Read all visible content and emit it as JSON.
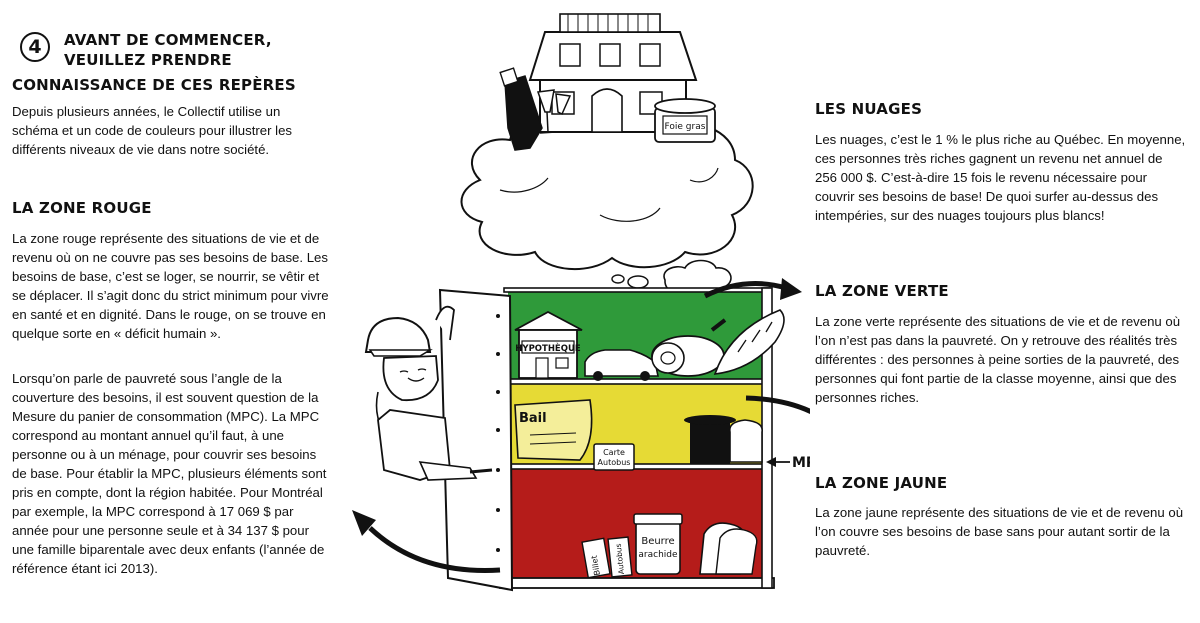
{
  "intro": {
    "step_number": "4",
    "title_line1": "AVANT DE COMMENCER,",
    "title_line2": "VEUILLEZ PRENDRE",
    "title_line3": "CONNAISSANCE DE CES REPÈRES",
    "text": "Depuis plusieurs années, le Collectif utilise un schéma et un code de couleurs pour illustrer les différents niveaux de vie dans notre société."
  },
  "zone_rouge": {
    "title": "LA ZONE ROUGE",
    "paragraph1": "La zone rouge représente des situations de vie et de revenu où on ne couvre pas ses besoins de base. Les besoins de base, c’est se loger, se nourrir, se vêtir et se déplacer. Il s’agit donc du strict minimum pour vivre en santé et en dignité. Dans le rouge, on se trouve en quelque sorte en « déficit humain ».",
    "paragraph2": "Lorsqu’on parle de pauvreté sous l’angle de la couverture des besoins, il est souvent question de la Mesure du panier de consommation (MPC). La MPC correspond au montant annuel qu’il faut, à une personne ou à un ménage, pour couvrir ses besoins de base. Pour établir la MPC, plusieurs éléments sont pris en compte, dont la région habitée. Pour Montréal par exemple, la MPC correspond à 17 069 $ par année pour une personne seule et à 34 137 $ pour une famille biparentale avec deux enfants (l’année de référence étant ici 2013)."
  },
  "les_nuages": {
    "title": "LES NUAGES",
    "text": "Les nuages, c’est le 1 % le plus riche au Québec. En moyenne, ces personnes très riches gagnent un revenu net annuel de 256 000 $. C’est-à-dire 15 fois le revenu nécessaire pour couvrir ses besoins de base! De quoi surfer au-dessus des intempéries, sur des nuages toujours plus blancs!"
  },
  "zone_verte": {
    "title": "LA ZONE VERTE",
    "text": "La zone verte représente des situations de vie et de revenu où l’on n’est pas dans la pauvreté. On y retrouve des réalités très différentes : des personnes à peine sorties de la pauvreté, des personnes qui font partie de la classe moyenne, ainsi que des personnes riches."
  },
  "zone_jaune": {
    "title": "LA ZONE JAUNE",
    "text": "La zone jaune représente des situations de vie et de revenu où l’on couvre ses besoins de base sans pour autant sortir de la pauvreté."
  },
  "illustration": {
    "mpc_label": "MPC",
    "foie_gras_label": "Foie gras",
    "hypotheque_label": "HYPOTHÈQUE",
    "bail_label": "Bail",
    "carte_autobus_line1": "Carte",
    "carte_autobus_line2": "Autobus",
    "beurre_line1": "Beurre",
    "beurre_line2": "arachide",
    "billet_label": "Billet",
    "autobus_label": "Autobus",
    "colors": {
      "green_zone": "#2f9a3a",
      "yellow_zone": "#e6da35",
      "red_zone": "#b51c1a",
      "ink": "#111111"
    }
  }
}
